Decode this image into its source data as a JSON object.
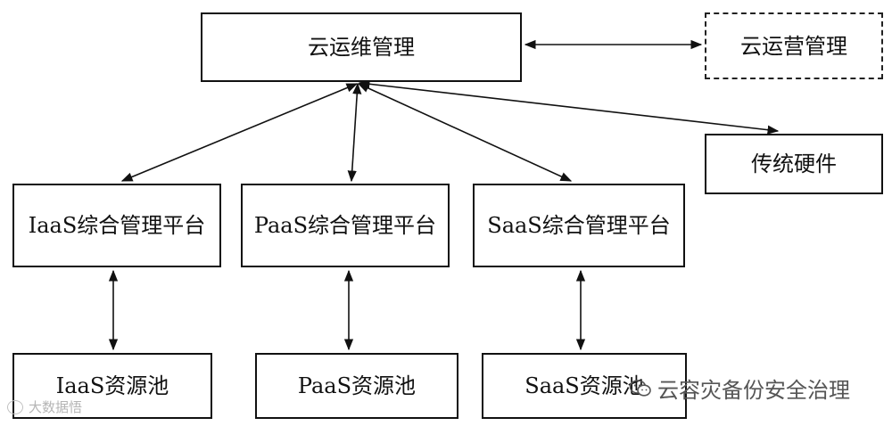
{
  "boxes": {
    "cloud_ops": "云运维管理",
    "cloud_operation": "云运营管理",
    "legacy_hw": "传统硬件",
    "iaas_platform": "IaaS综合管理平台",
    "paas_platform": "PaaS综合管理平台",
    "saas_platform": "SaaS综合管理平台",
    "iaas_pool": "IaaS资源池",
    "paas_pool": "PaaS资源池",
    "saas_pool": "SaaS资源池"
  },
  "watermarks": {
    "right": "云容灾备份安全治理",
    "left": "大数据悟",
    "right_icon": "wechat-icon",
    "left_icon": "weibo-icon"
  }
}
